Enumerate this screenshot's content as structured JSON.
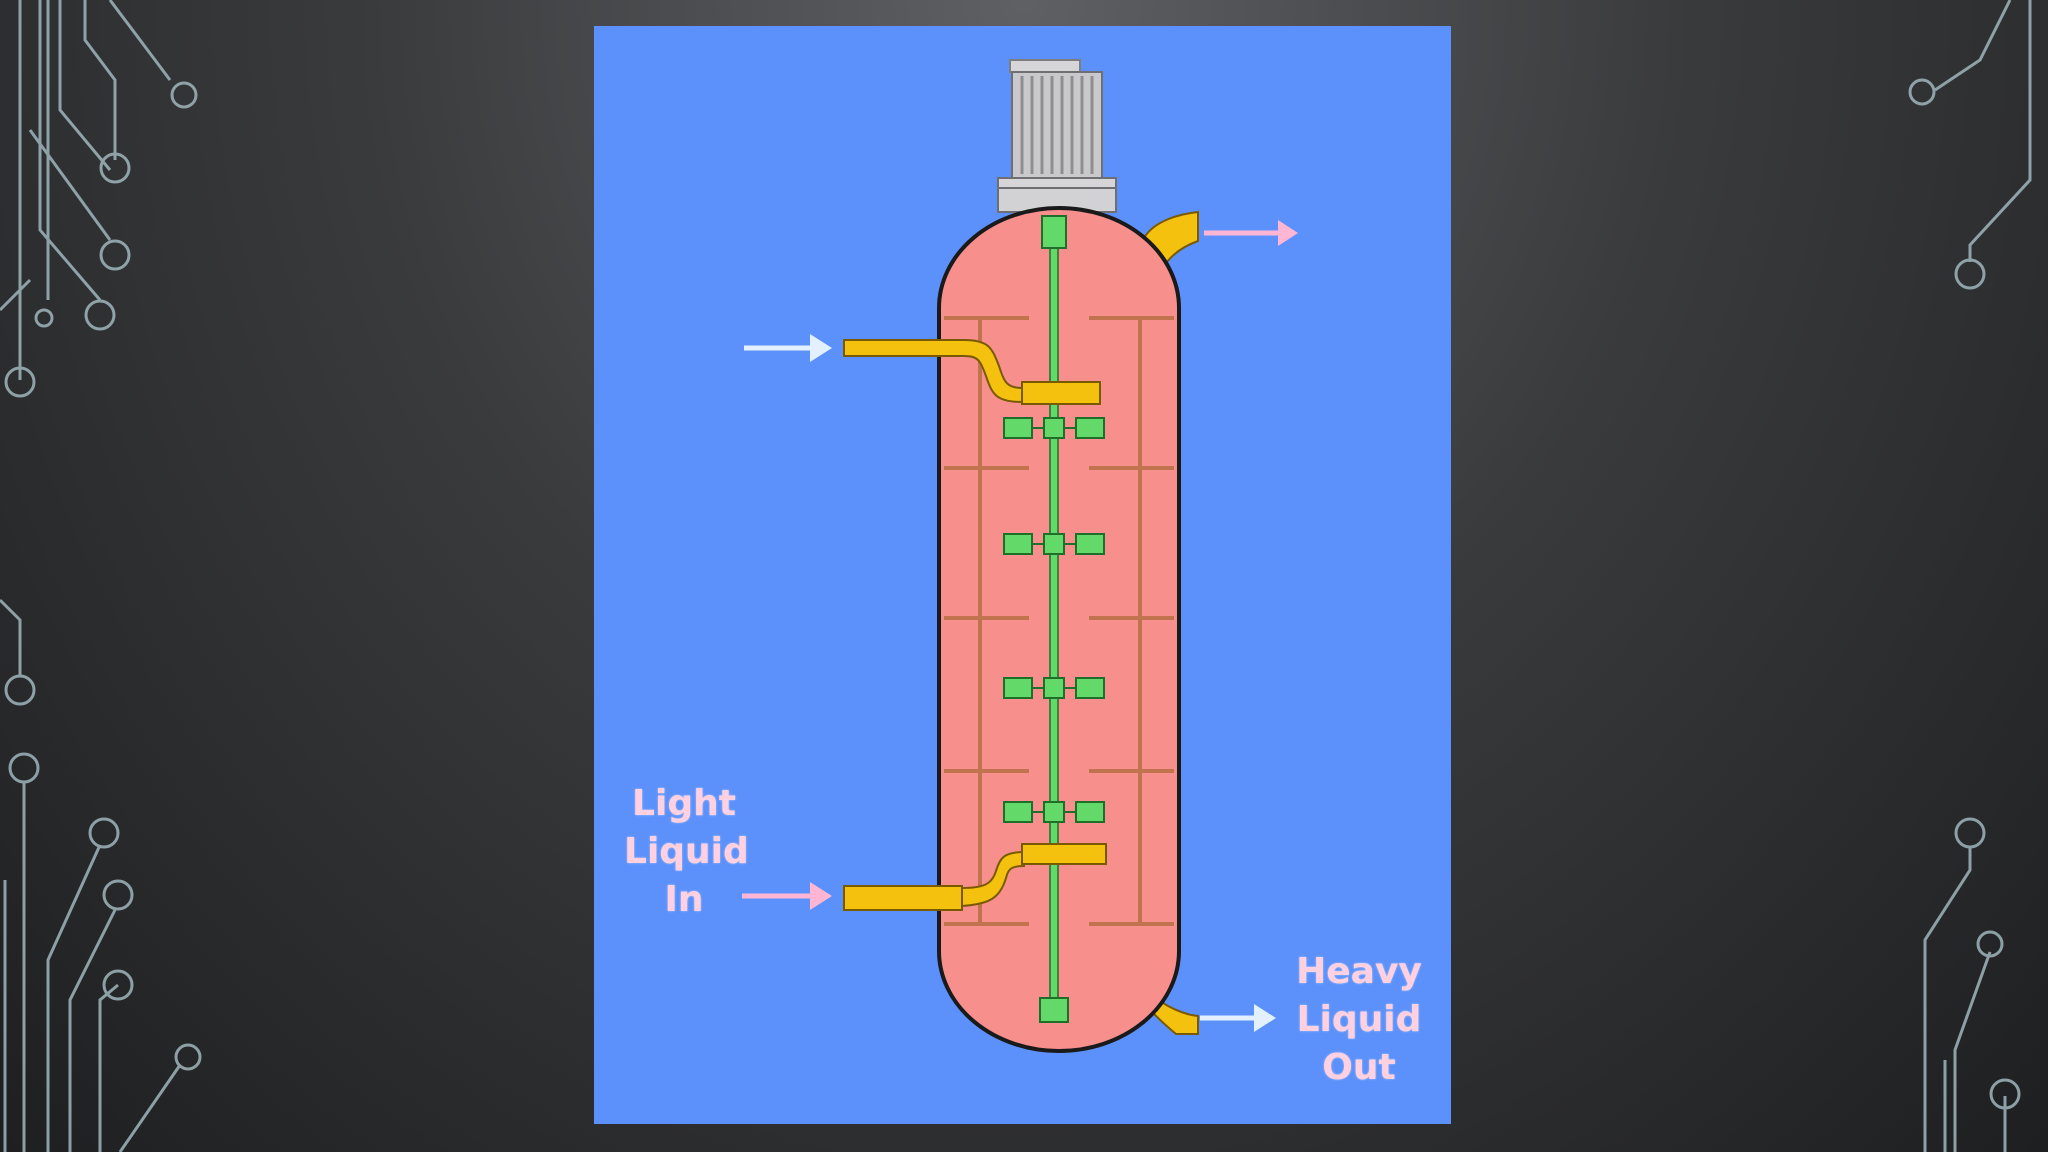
{
  "diagram": {
    "light_inlet_label": [
      "Light",
      "Liquid",
      "In"
    ],
    "heavy_outlet_label": [
      "Heavy",
      "Liquid",
      "Out"
    ]
  },
  "colors": {
    "background": "#5c91fb",
    "vessel_fill": "#f78f8d",
    "shaft_green": "#63d96a",
    "pipe_yellow": "#f5c10f",
    "light_arrow": "#e2f0ff",
    "pink_arrow": "#ffb6d4",
    "motor_gray": "#c9c9cc",
    "baffle_brown": "#c0734c"
  },
  "icons": {
    "motor": "electric-motor-icon",
    "agitator": "impeller-icon"
  }
}
